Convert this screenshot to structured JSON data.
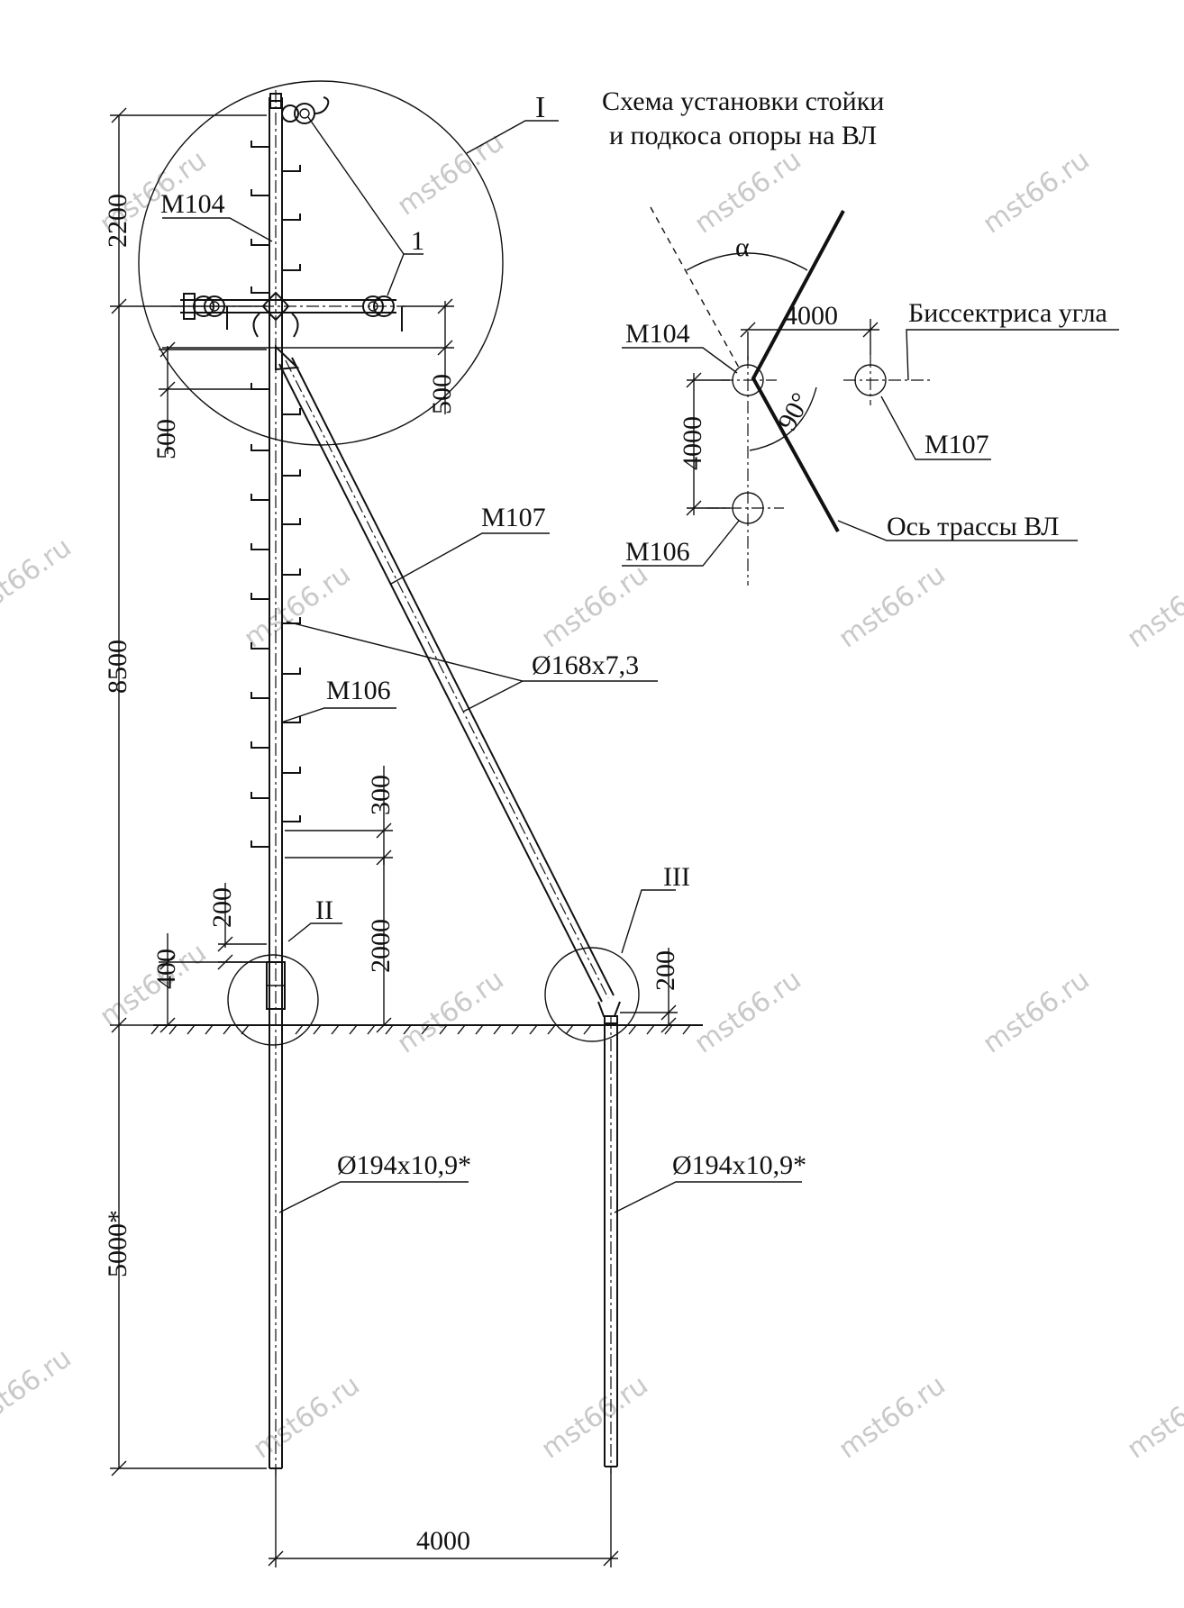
{
  "title": {
    "line1": "Схема установки стойки",
    "line2": "и подкоса опоры на ВЛ"
  },
  "labels": {
    "m104_main": "М104",
    "m107_main": "М107",
    "m106_main": "М106",
    "pipe_brace": "Ø168х7,3",
    "pipe_left": "Ø194х10,9*",
    "pipe_right": "Ø194х10,9*",
    "callout_I": "I",
    "callout_II": "II",
    "callout_III": "III",
    "item_1": "1"
  },
  "dimensions": {
    "d2200": "2200",
    "d500_left": "500",
    "d500_right": "500",
    "d8500": "8500",
    "d300": "300",
    "d2000": "2000",
    "d200_left": "200",
    "d400": "400",
    "d200_right": "200",
    "d5000": "5000*",
    "d4000_bottom": "4000"
  },
  "scheme": {
    "alpha": "α",
    "dim_4000_h": "4000",
    "dim_4000_v": "4000",
    "angle_90": "90°",
    "m104": "М104",
    "m107": "М107",
    "m106": "М106",
    "bisector": "Биссектриса угла",
    "axis": "Ось трассы ВЛ"
  },
  "watermark": "mst66.ru"
}
